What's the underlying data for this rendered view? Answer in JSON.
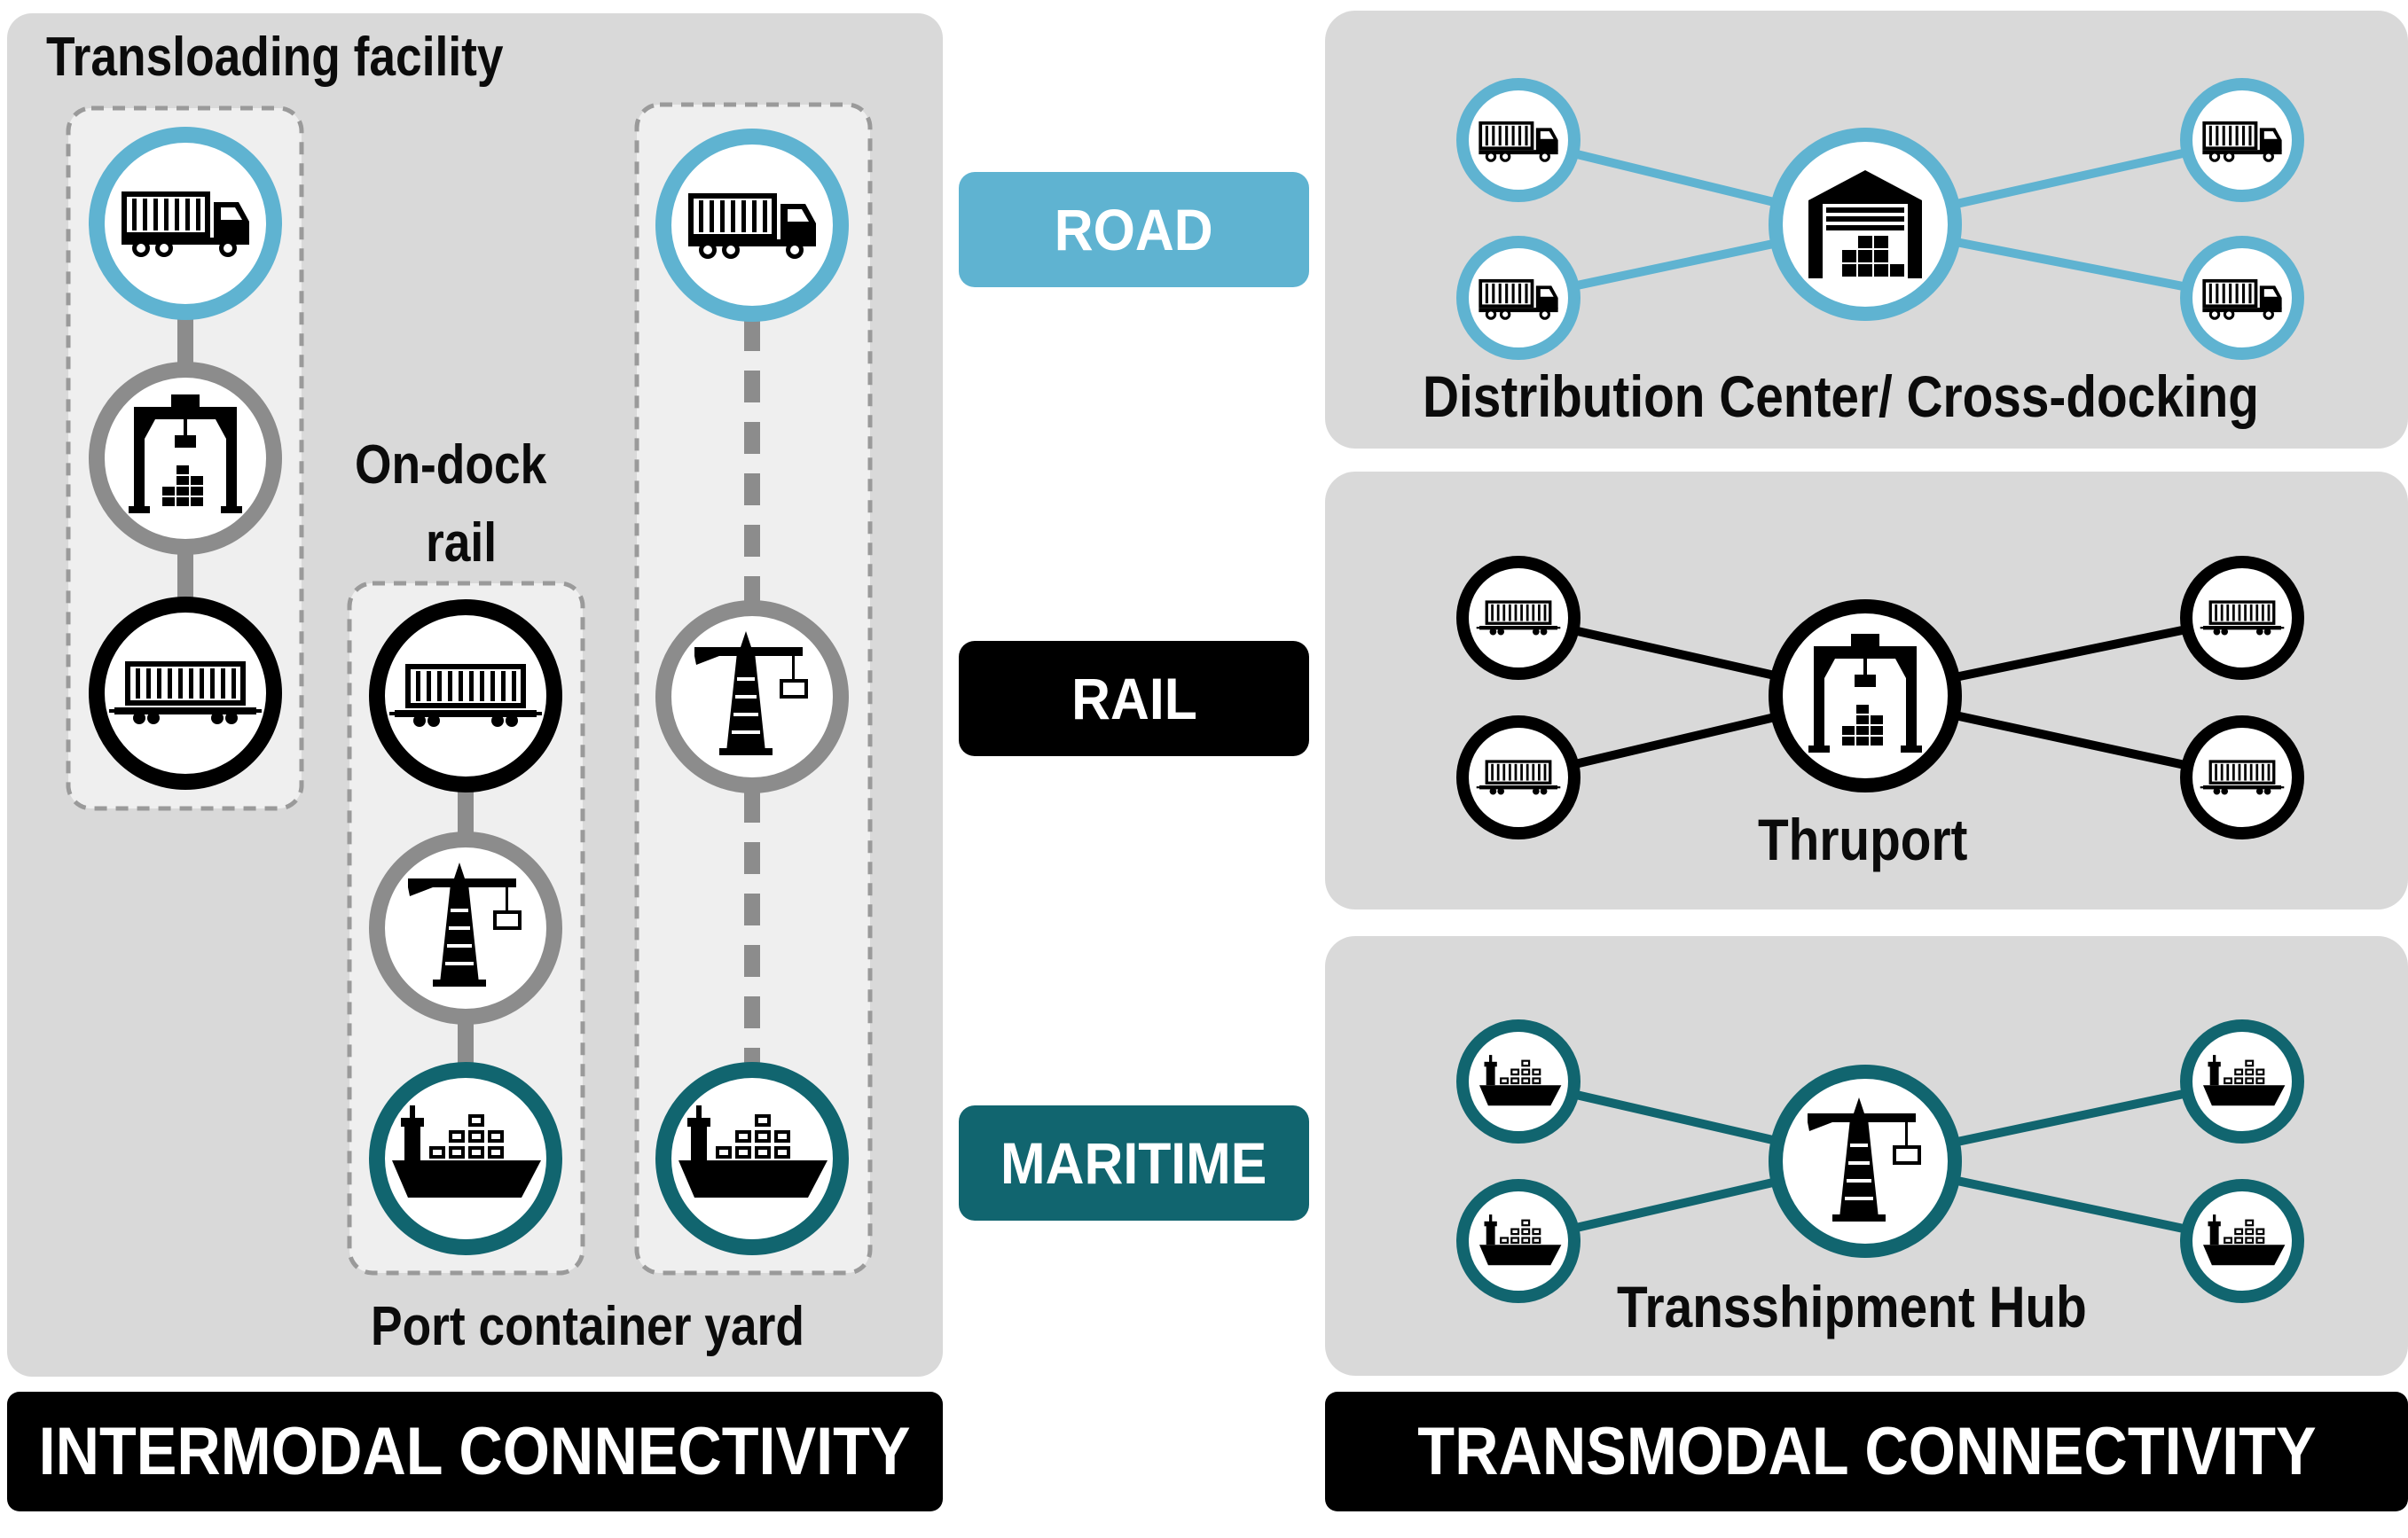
{
  "intermodal": {
    "footer": "INTERMODAL CONNECTIVITY",
    "transloading_label": "Transloading facility",
    "on_dock_label_line1": "On-dock",
    "on_dock_label_line2": "rail",
    "port_yard_label": "Port container yard"
  },
  "modes": {
    "road": "ROAD",
    "rail": "RAIL",
    "maritime": "MARITIME"
  },
  "transmodal": {
    "footer": "TRANSMODAL CONNECTIVITY",
    "road_hub_label": "Distribution Center/ Cross-docking",
    "rail_hub_label": "Thruport",
    "maritime_hub_label": "Transshipment Hub"
  },
  "icons": {
    "truck": "truck-icon",
    "rail_car": "rail-car-icon",
    "ship": "container-ship-icon",
    "gantry": "gantry-crane-icon",
    "port_crane": "port-crane-icon",
    "warehouse": "warehouse-icon"
  },
  "colors": {
    "road": "#5fb3d1",
    "rail": "#000000",
    "maritime": "#11656f",
    "transfer": "#7f7f7f",
    "panel": "#d9d9d9",
    "inner_box": "#efefef"
  }
}
